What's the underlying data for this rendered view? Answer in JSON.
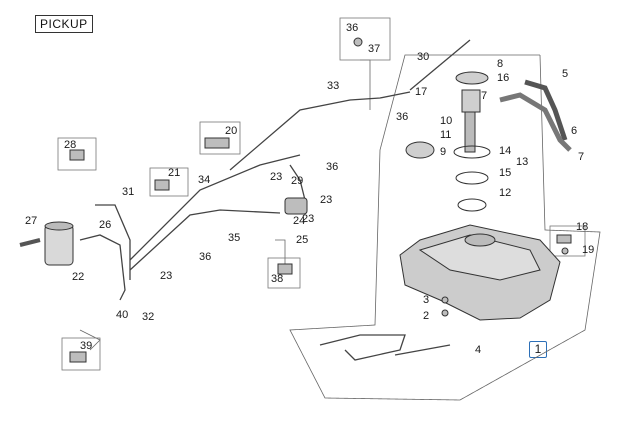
{
  "frame_label": "PICKUP",
  "callout_label": "1",
  "part_numbers": [
    "2",
    "3",
    "4",
    "5",
    "6",
    "7",
    "7",
    "8",
    "9",
    "10",
    "11",
    "12",
    "13",
    "14",
    "15",
    "16",
    "17",
    "18",
    "19",
    "20",
    "21",
    "22",
    "23",
    "23",
    "23",
    "23",
    "24",
    "25",
    "26",
    "27",
    "28",
    "29",
    "30",
    "31",
    "32",
    "33",
    "34",
    "35",
    "36",
    "36",
    "36",
    "36",
    "37",
    "38",
    "39",
    "40"
  ],
  "colors": {
    "line": "#555555",
    "highlight": "#2c6fb7"
  }
}
